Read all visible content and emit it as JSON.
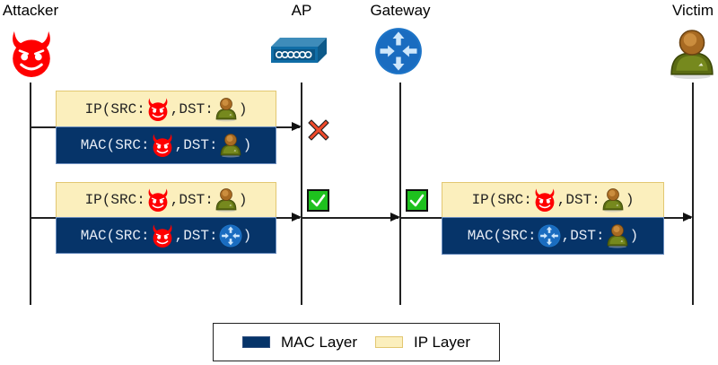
{
  "actors": [
    {
      "id": "attacker",
      "label": "Attacker",
      "icon": "devil-icon"
    },
    {
      "id": "ap",
      "label": "AP",
      "icon": "access-point-icon"
    },
    {
      "id": "gateway",
      "label": "Gateway",
      "icon": "router-icon"
    },
    {
      "id": "victim",
      "label": "Victim",
      "icon": "user-icon"
    }
  ],
  "messages": [
    {
      "from": "Attacker",
      "to": "AP",
      "result": "blocked",
      "result_icon": "red-x-icon",
      "ip": {
        "prefix": "IP(SRC:",
        "src": "attacker",
        "mid": ",DST:",
        "dst": "victim",
        "suffix": ")"
      },
      "mac": {
        "prefix": "MAC(SRC:",
        "src": "attacker",
        "mid": ",DST:",
        "dst": "victim",
        "suffix": ")"
      }
    },
    {
      "from": "Attacker",
      "to": "Gateway",
      "result": "accepted",
      "result_icon": "green-check-icon",
      "ip": {
        "prefix": "IP(SRC:",
        "src": "attacker",
        "mid": ",DST:",
        "dst": "victim",
        "suffix": ")"
      },
      "mac": {
        "prefix": "MAC(SRC:",
        "src": "attacker",
        "mid": ",DST:",
        "dst": "gateway",
        "suffix": ")"
      }
    },
    {
      "from": "Gateway",
      "to": "Victim",
      "result": "accepted",
      "result_icon": "green-check-icon",
      "ip": {
        "prefix": "IP(SRC:",
        "src": "attacker",
        "mid": ",DST:",
        "dst": "victim",
        "suffix": ")"
      },
      "mac": {
        "prefix": "MAC(SRC:",
        "src": "gateway",
        "mid": ",DST:",
        "dst": "victim",
        "suffix": ")"
      }
    }
  ],
  "legend": {
    "items": [
      {
        "label": "MAC Layer",
        "color": "#063469"
      },
      {
        "label": "IP Layer",
        "color": "#fbefbd"
      }
    ]
  },
  "colors": {
    "mac_fill": "#063469",
    "ip_fill": "#fbefbd",
    "check_green": "#1ec11e",
    "cross_red": "#f04a2c"
  }
}
